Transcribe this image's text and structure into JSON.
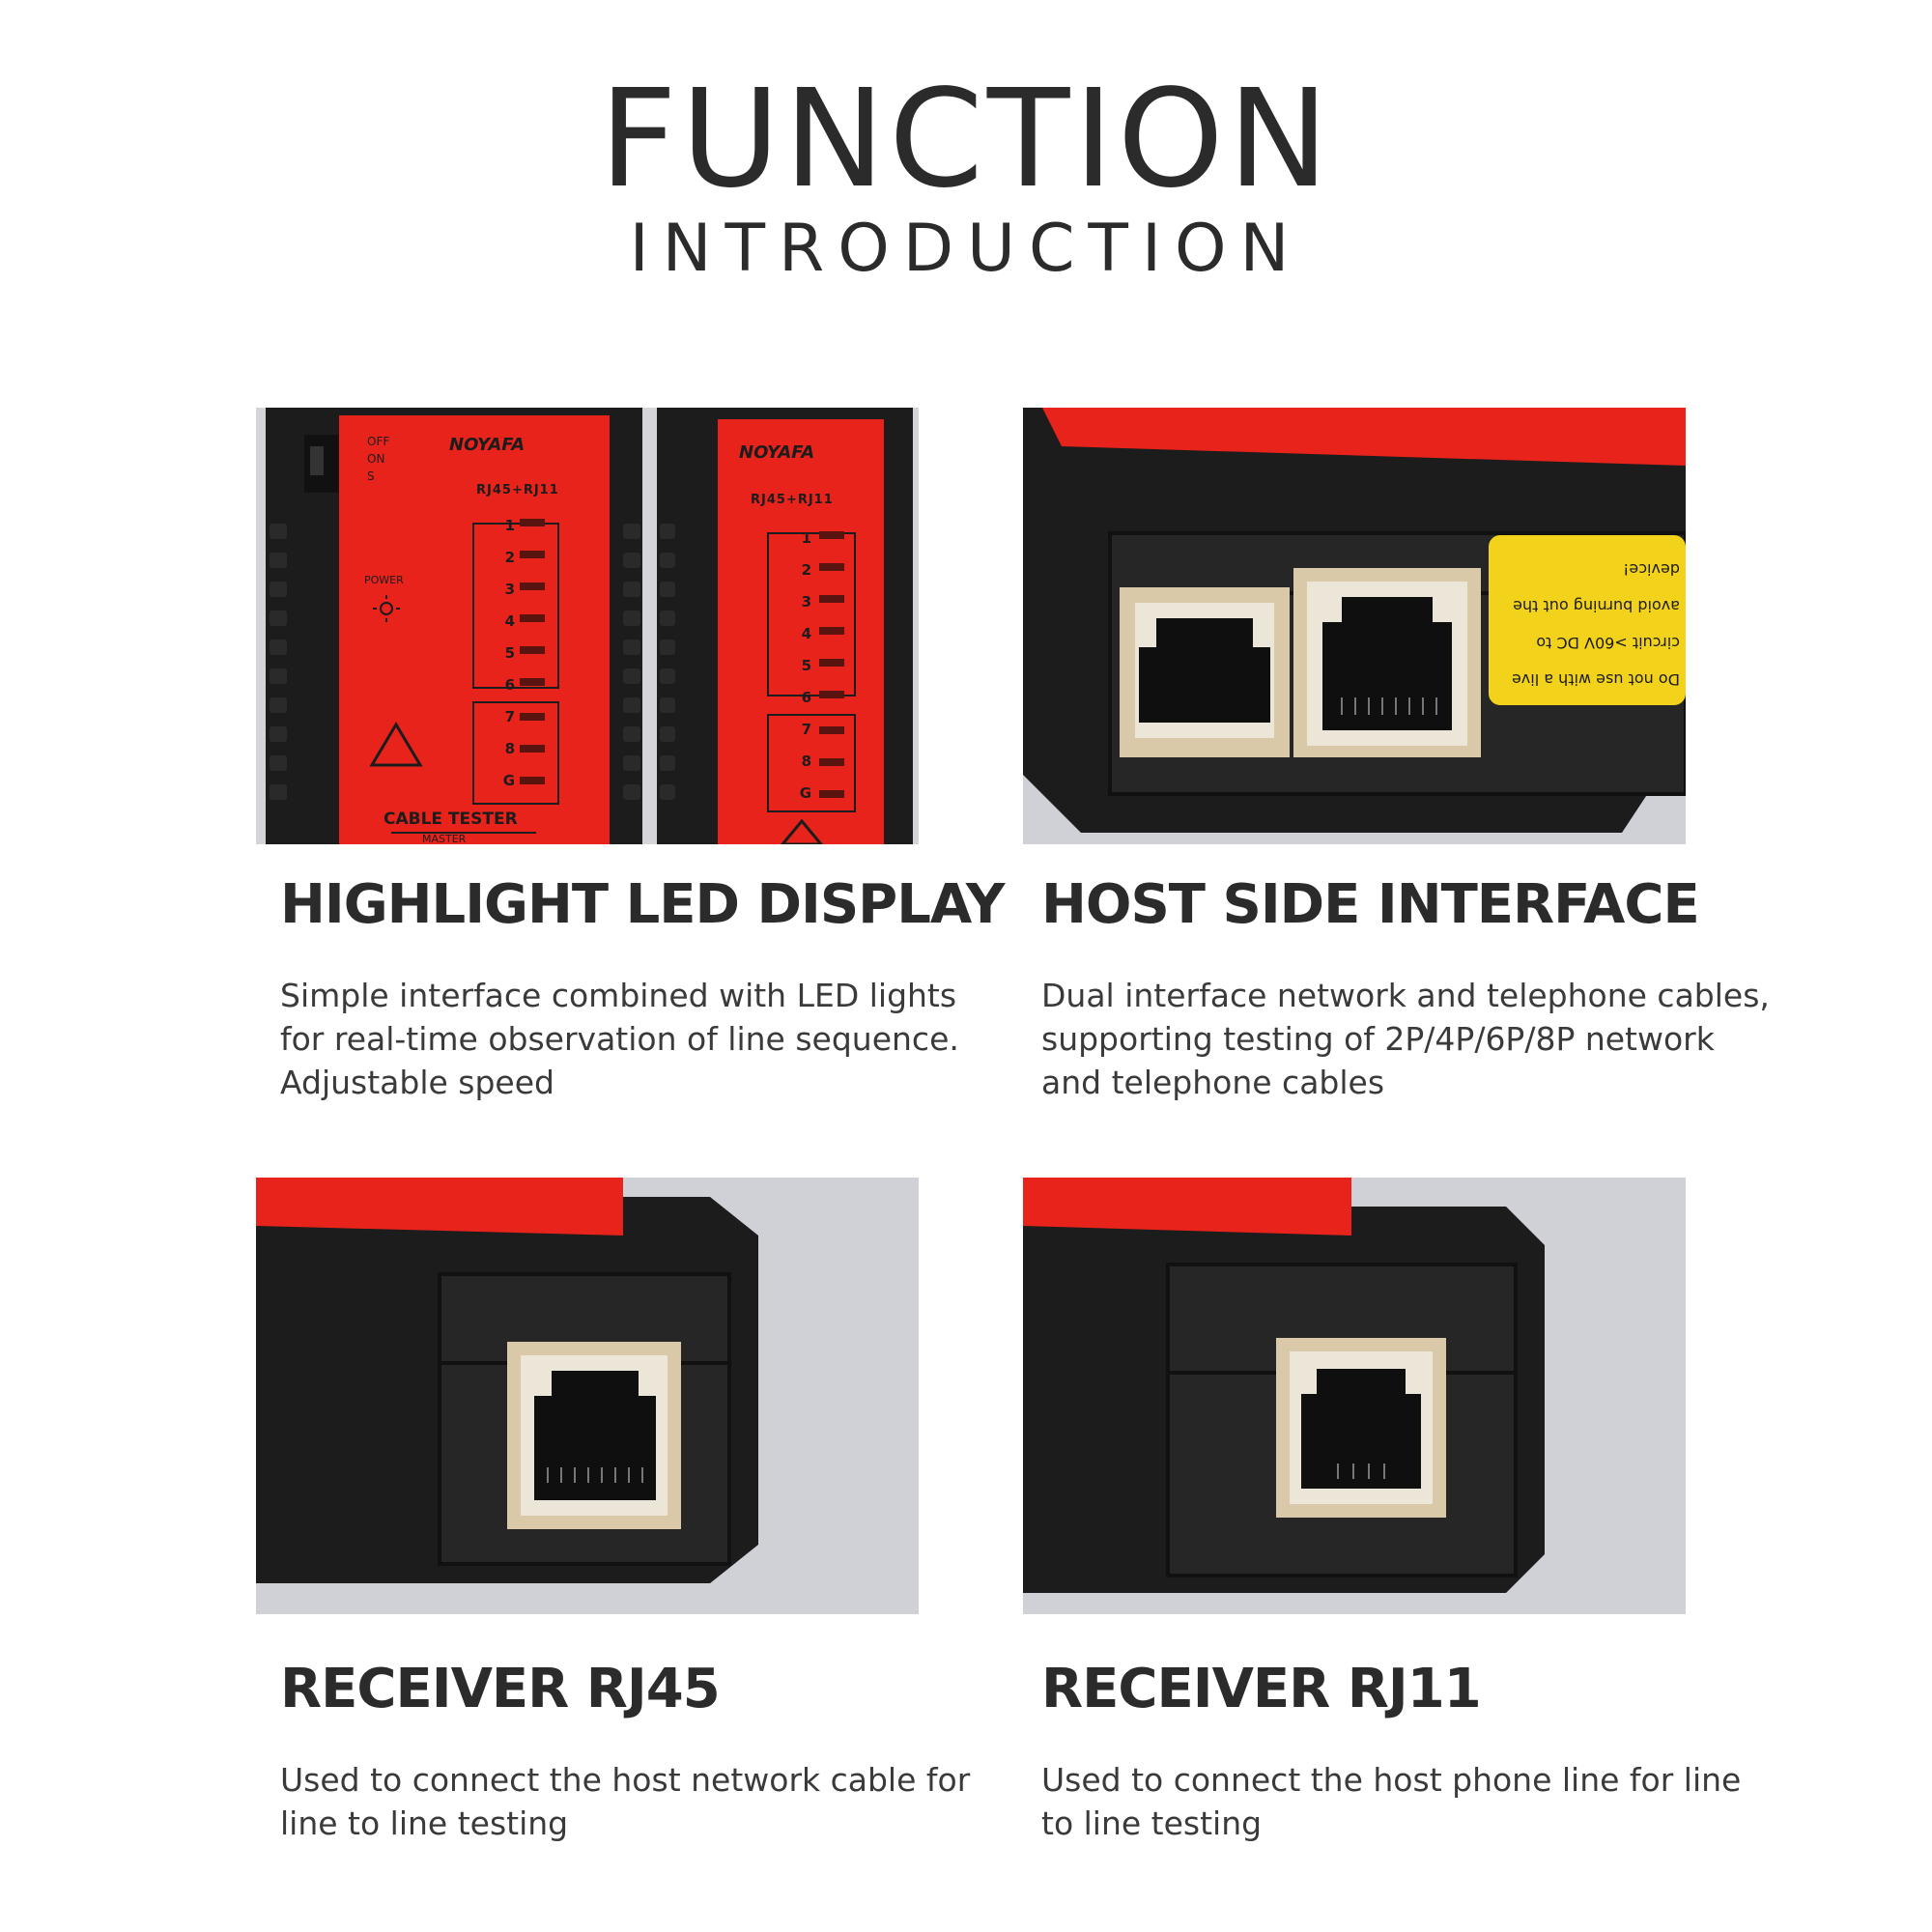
{
  "header": {
    "title": "FUNCTION",
    "subtitle": "INTRODUCTION"
  },
  "features": [
    {
      "title": "HIGHLIGHT LED DISPLAY",
      "lines": [
        "Simple interface combined with LED lights",
        "for real-time observation of line sequence.",
        "Adjustable speed"
      ]
    },
    {
      "title": "HOST SIDE INTERFACE",
      "lines": [
        "Dual interface network and telephone cables,",
        "supporting testing of 2P/4P/6P/8P network",
        "and telephone cables"
      ]
    },
    {
      "title": "RECEIVER RJ45",
      "lines": [
        "Used to connect the host network cable for",
        "line to line testing"
      ]
    },
    {
      "title": "RECEIVER RJ11",
      "lines": [
        "Used to connect the host phone line for line",
        "to line testing"
      ]
    }
  ],
  "device": {
    "brand": "NOYAFA",
    "model": "RJ45+RJ11",
    "switch_labels": [
      "OFF",
      "ON",
      "S"
    ],
    "power_label": "POWER",
    "led_numbers": [
      "1",
      "2",
      "3",
      "4",
      "5",
      "6",
      "7",
      "8",
      "G"
    ],
    "bottom_label": "CABLE TESTER",
    "bottom_sublabel": "MASTER",
    "warning_lines": [
      "Do not use with a live",
      "circuit  >60V  DC  to",
      "avoid burning out the",
      "device!"
    ]
  },
  "colors": {
    "device_red": "#e8231b",
    "device_black": "#1c1c1c",
    "warning_yellow": "#f2d21a",
    "background_gray": "#d5d7db"
  }
}
